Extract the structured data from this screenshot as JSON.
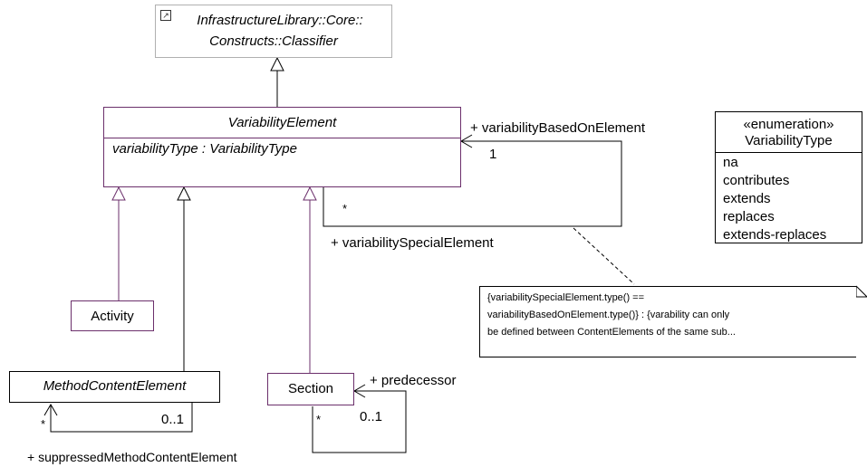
{
  "classifier": {
    "line1": "InfrastructureLibrary::Core::",
    "line2": "Constructs::Classifier",
    "link_icon": "shortcut-arrow-icon"
  },
  "variability_element": {
    "name": "VariabilityElement",
    "attribute": "variabilityType : VariabilityType"
  },
  "enumeration": {
    "stereotype": "«enumeration»",
    "name": "VariabilityType",
    "literals": [
      "na",
      "contributes",
      "extends",
      "replaces",
      "extends-replaces"
    ]
  },
  "activity": {
    "name": "Activity"
  },
  "method_content_element": {
    "name": "MethodContentElement"
  },
  "section": {
    "name": "Section"
  },
  "associations": {
    "based_on_role": "+ variabilityBasedOnElement",
    "based_on_mult": "1",
    "special_role": "+ variabilitySpecialElement",
    "special_mult": "*",
    "predecessor_role": "+ predecessor",
    "predecessor_mult_source": "*",
    "predecessor_mult_target": "0..1",
    "suppressed_role": "+ suppressedMethodContentElement",
    "suppressed_mult_source": "*",
    "suppressed_mult_target": "0..1"
  },
  "constraint_note": {
    "lines": [
      "{variabilitySpecialElement.type() ==",
      "variabilityBasedOnElement.type()} : {varability can only",
      "be defined between ContentElements of the same sub..."
    ]
  },
  "colors": {
    "class_border": "#6b2f6b",
    "classifier_border": "#b0b0b0",
    "line": "#000000"
  }
}
